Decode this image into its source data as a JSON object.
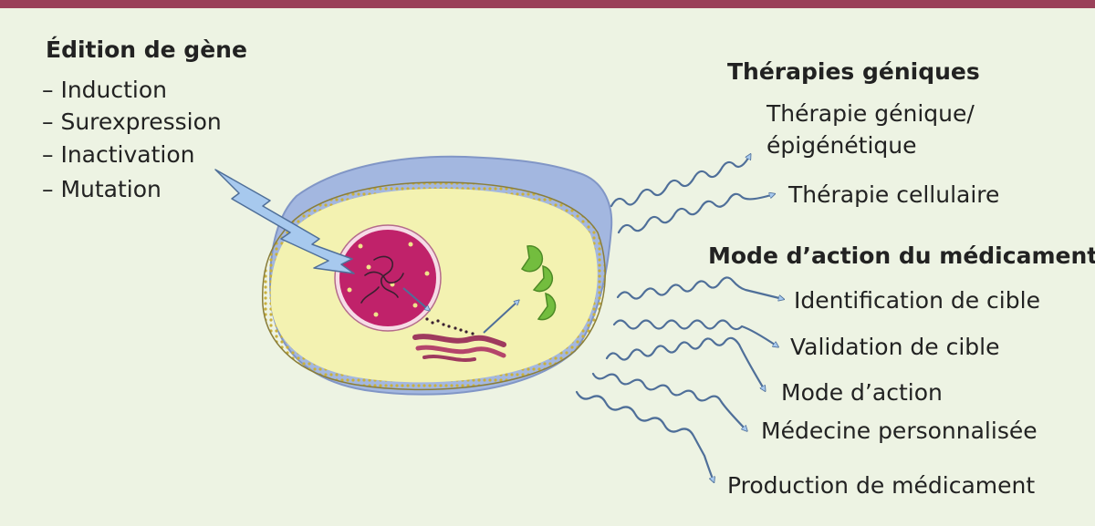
{
  "gene_editing": {
    "title": "Édition de gène",
    "items": [
      "– Induction",
      "– Surexpression",
      "– Inactivation",
      "– Mutation"
    ]
  },
  "gene_therapies": {
    "title": "Thérapies géniques",
    "items": [
      "Thérapie génique/",
      "épigénétique",
      "Thérapie cellulaire"
    ]
  },
  "drug_mode_of_action": {
    "title": "Mode d’action du médicament",
    "items": [
      "Identification de cible",
      "Validation de cible",
      "Mode d’action",
      "Médecine personnalisée",
      "Production de médicament"
    ]
  },
  "colors": {
    "background": "#edf3e3",
    "top_bar": "#9a4159",
    "cytoplasm": "#f3f2b1",
    "cell_wall": "#a3b7e0",
    "nucleus": "#c0226a",
    "mitochondria": "#73bd3e",
    "rna": "#9e3a5e",
    "arrow_fill": "#a7c9ee",
    "arrow_stroke": "#4f6f99"
  }
}
